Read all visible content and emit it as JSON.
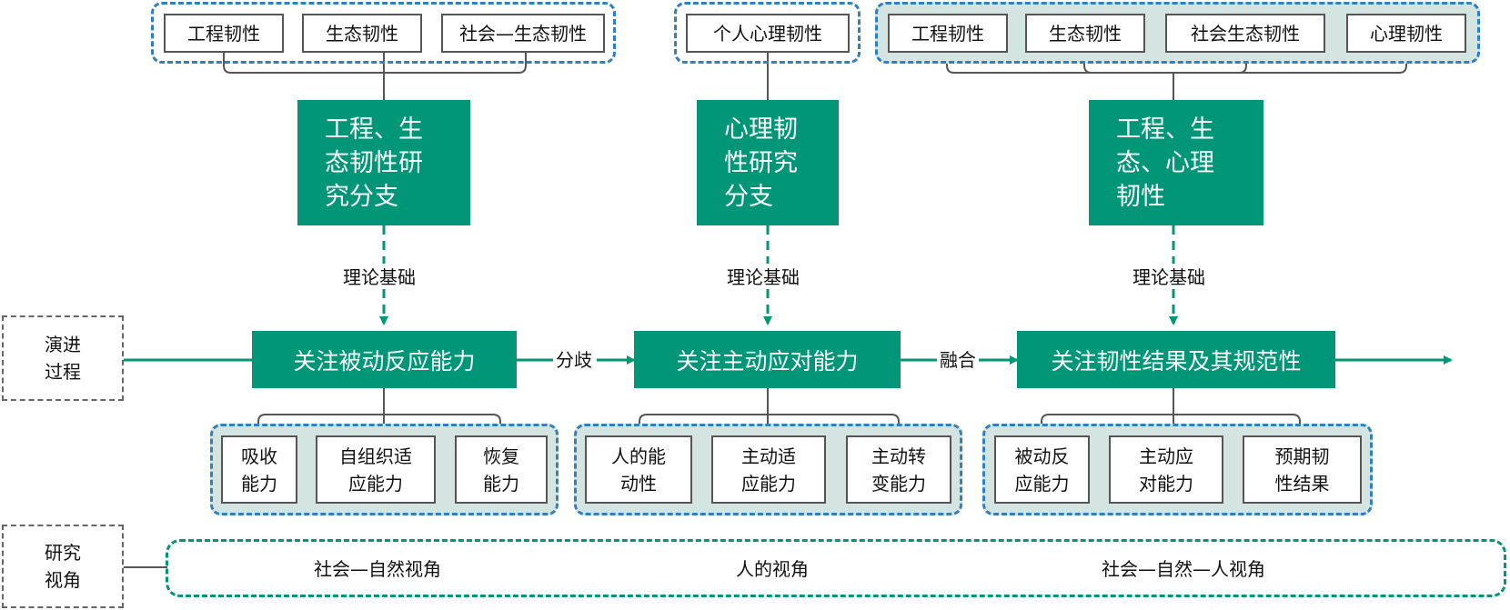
{
  "colors": {
    "green": "#009677",
    "blue_dashed": "#2f7fc1",
    "group_fill": "#d4e5e1",
    "gray_dashed": "#666666"
  },
  "top_groups": [
    {
      "items": [
        "工程韧性",
        "生态韧性",
        "社会—生态韧性"
      ]
    },
    {
      "items": [
        "个人心理韧性"
      ]
    },
    {
      "items": [
        "工程韧性",
        "生态韧性",
        "社会生态韧性",
        "心理韧性"
      ]
    }
  ],
  "branches": [
    "工程、生\n态韧性研\n究分支",
    "心理韧\n性研究\n分支",
    "工程、生\n态、心理\n韧性"
  ],
  "theory_label": "理论基础",
  "focus": [
    "关注被动反应能力",
    "关注主动应对能力",
    "关注韧性结果及其规范性"
  ],
  "transitions": [
    "分歧",
    "融合"
  ],
  "bottom_groups": [
    {
      "items": [
        "吸收\n能力",
        "自组织适\n应能力",
        "恢复\n能力"
      ]
    },
    {
      "items": [
        "人的能\n动性",
        "主动适\n应能力",
        "主动转\n变能力"
      ]
    },
    {
      "items": [
        "被动反\n应能力",
        "主动应\n对能力",
        "预期韧\n性结果"
      ]
    }
  ],
  "row_labels": {
    "evolution": "演进\n过程",
    "perspective": "研究\n视角"
  },
  "perspectives": [
    "社会—自然视角",
    "人的视角",
    "社会—自然—人视角"
  ]
}
